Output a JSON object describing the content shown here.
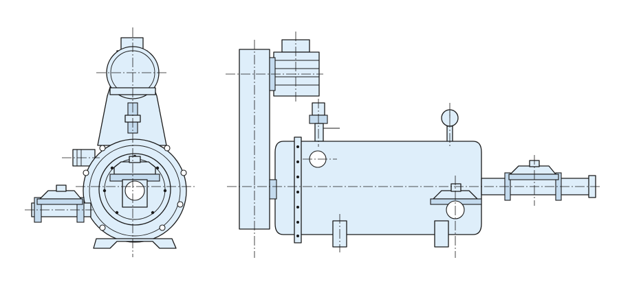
{
  "colors": {
    "body_fill": "#deeefa",
    "shade_fill": "#c4dbee",
    "line": "#1a1a1a",
    "background": "#ffffff"
  },
  "views": [
    {
      "id": "front-view",
      "components": [
        "motor",
        "pump-casing",
        "suction-flange",
        "discharge-pipe",
        "diaphragm-valve",
        "base-feet"
      ]
    },
    {
      "id": "side-view",
      "components": [
        "belt-guard",
        "motor",
        "relief-valve",
        "pressure-gauge",
        "tank",
        "end-flange",
        "diaphragm-valve",
        "outlet-pipe",
        "support-feet"
      ]
    }
  ]
}
